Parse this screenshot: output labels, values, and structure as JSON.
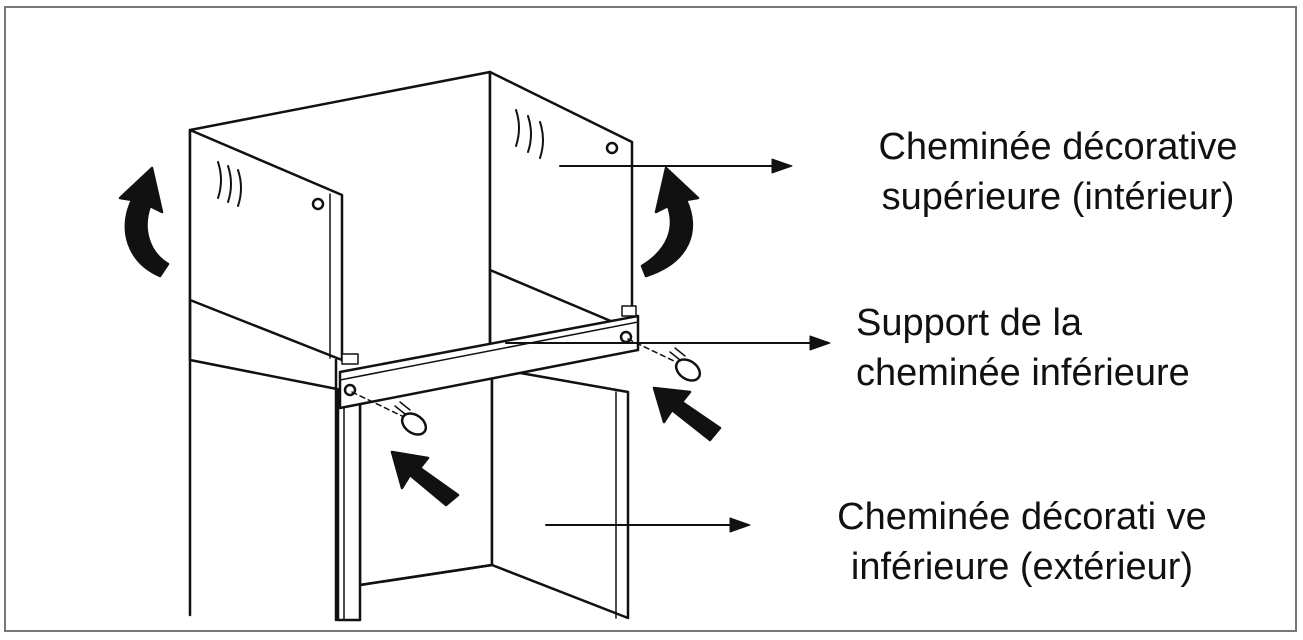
{
  "labels": {
    "upper_chimney": {
      "line1": "Cheminée décorative",
      "line2": "supérieure (intérieur)"
    },
    "bracket": {
      "line1": "Support de la",
      "line2": "cheminée inférieure"
    },
    "lower_chimney": {
      "line1": "Cheminée décorati ve",
      "line2": "inférieure (extérieur)"
    }
  },
  "colors": {
    "line": "#111111",
    "frame": "#777777",
    "background": "#ffffff"
  }
}
